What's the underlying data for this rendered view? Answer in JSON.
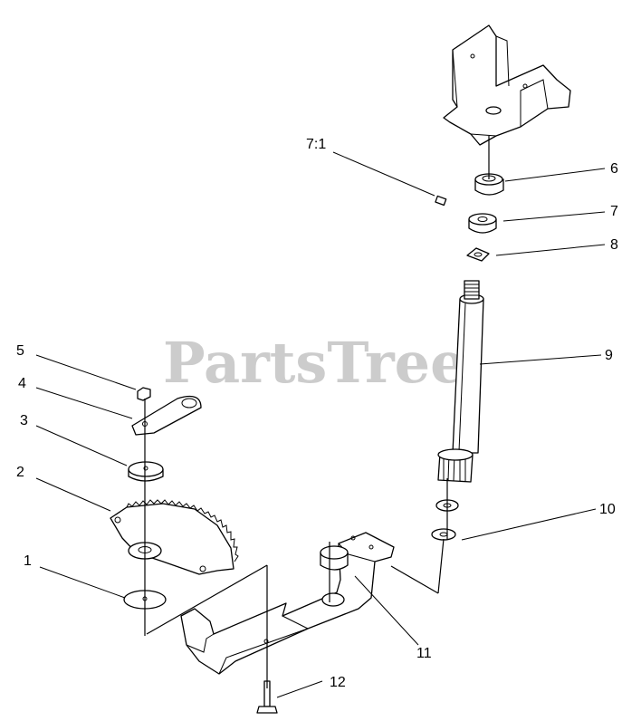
{
  "watermark": "PartsTree",
  "callouts": [
    {
      "id": "1",
      "label": "1"
    },
    {
      "id": "2",
      "label": "2"
    },
    {
      "id": "3",
      "label": "3"
    },
    {
      "id": "4",
      "label": "4"
    },
    {
      "id": "5",
      "label": "5"
    },
    {
      "id": "6",
      "label": "6"
    },
    {
      "id": "7",
      "label": "7"
    },
    {
      "id": "7-1",
      "label": "7:1"
    },
    {
      "id": "8",
      "label": "8"
    },
    {
      "id": "9",
      "label": "9"
    },
    {
      "id": "10",
      "label": "10"
    },
    {
      "id": "11",
      "label": "11"
    },
    {
      "id": "12",
      "label": "12"
    }
  ]
}
